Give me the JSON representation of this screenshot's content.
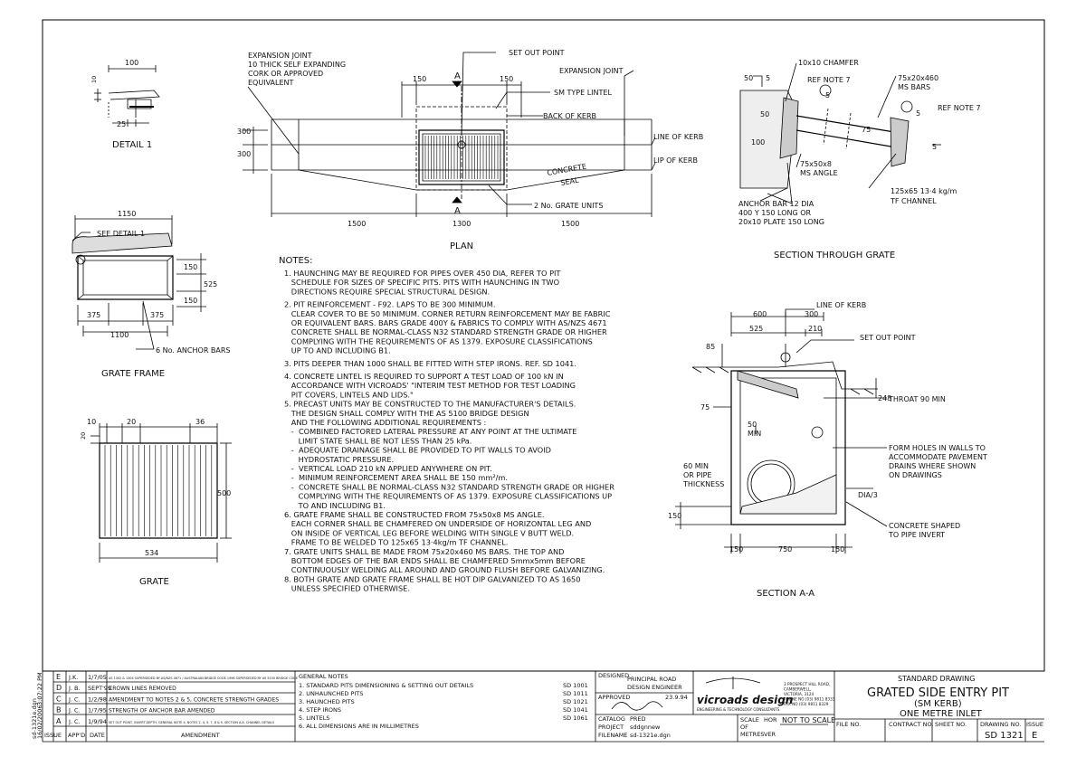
{
  "details": {
    "detail1": {
      "title": "DETAIL 1",
      "dims": [
        "100",
        "10",
        "25"
      ]
    },
    "plan": {
      "title": "PLAN",
      "labels": {
        "expansion_joint_left": [
          "EXPANSION JOINT",
          "10 THICK SELF EXPANDING",
          "CORK OR APPROVED",
          "EQUIVALENT"
        ],
        "set_out_point": "SET OUT POINT",
        "expansion_joint_right": "EXPANSION JOINT",
        "sm_lintel": "SM TYPE LINTEL",
        "back_of_kerb": "BACK OF KERB",
        "line_of_kerb": "LINE OF KERB",
        "lip_of_kerb": "LIP OF KERB",
        "concrete_seal": [
          "CONCRETE",
          "SEAL"
        ],
        "grate_units": "2 No. GRATE UNITS",
        "section_mark": "A"
      },
      "dims": {
        "top_left": "150",
        "top_right": "150",
        "left_300a": "300",
        "left_300b": "300",
        "b1": "1500",
        "b2": "1300",
        "b3": "1500"
      }
    },
    "section_grate": {
      "title": "SECTION THROUGH GRATE",
      "labels": {
        "chamfer": "10x10 CHAMFER",
        "ref7a": "REF NOTE 7",
        "ms_bars": [
          "75x20x460",
          "MS BARS"
        ],
        "ref7b": "REF NOTE 7",
        "ms_angle": [
          "75x50x8",
          "MS ANGLE"
        ],
        "anchor_bar": [
          "ANCHOR BAR 12 DIA",
          "400 Y 150 LONG OR",
          "20x10 PLATE 150 LONG"
        ],
        "tf_channel": [
          "125x65 13·4 kg/m",
          "TF CHANNEL"
        ]
      },
      "dims": [
        "50",
        "5",
        "50",
        "100",
        "5",
        "5",
        "75",
        "5"
      ]
    },
    "grate_frame": {
      "title": "GRATE FRAME",
      "see_detail": "SEE DETAIL 1",
      "anchor_bars": "6 No. ANCHOR BARS",
      "dims": {
        "w": "1150",
        "h150a": "150",
        "h525": "525",
        "h150b": "150",
        "l375a": "375",
        "l375b": "375",
        "inner": "1100"
      }
    },
    "grate": {
      "title": "GRATE",
      "dims": {
        "d10": "10",
        "d20": "20",
        "d36": "36",
        "d20v": "20",
        "h": "500",
        "w": "534"
      }
    },
    "section_aa": {
      "title": "SECTION A-A",
      "labels": {
        "line_of_kerb": "LINE OF KERB",
        "set_out_point": "SET OUT POINT",
        "throat": "THROAT 90 MIN",
        "form_holes": [
          "FORM HOLES IN WALLS TO",
          "ACCOMMODATE PAVEMENT",
          "DRAINS WHERE SHOWN",
          "ON DRAWINGS"
        ],
        "min60": [
          "60 MIN",
          "OR PIPE",
          "THICKNESS"
        ],
        "dia3": "DIA/3",
        "concrete_shaped": [
          "CONCRETE SHAPED",
          "TO PIPE INVERT"
        ],
        "min50": [
          "50",
          "MIN"
        ]
      },
      "dims": {
        "d600": "600",
        "d300": "300",
        "d525": "525",
        "d210": "210",
        "d85": "85",
        "d248": "248",
        "d75": "75",
        "d150v": "150",
        "d150a": "150",
        "d750": "750",
        "d150b": "150"
      }
    }
  },
  "notes": {
    "heading": "NOTES:",
    "lines": [
      "1. HAUNCHING MAY BE REQUIRED FOR PIPES OVER 450 DIA, REFER TO PIT",
      "   SCHEDULE FOR SIZES OF SPECIFIC PITS. PITS WITH HAUNCHING IN TWO",
      "   DIRECTIONS REQUIRE SPECIAL STRUCTURAL DESIGN.",
      "",
      "2. PIT REINFORCEMENT - F92. LAPS TO BE 300 MINIMUM.",
      "   CLEAR COVER TO BE 50 MINIMUM. CORNER RETURN REINFORCEMENT MAY BE FABRIC",
      "   OR EQUIVALENT BARS. BARS GRADE 400Y & FABRICS TO COMPLY WITH AS/NZS 4671",
      "   CONCRETE SHALL BE NORMAL-CLASS N32 STANDARD STRENGTH GRADE OR HIGHER",
      "   COMPLYING WITH THE REQUIREMENTS OF AS 1379. EXPOSURE CLASSIFICATIONS",
      "   UP TO AND INCLUDING B1.",
      "",
      "3. PITS DEEPER THAN 1000 SHALL BE FITTED WITH STEP IRONS. REF. SD 1041.",
      "",
      "4. CONCRETE LINTEL IS REQUIRED TO SUPPORT A TEST LOAD OF 100 kN IN",
      "   ACCORDANCE WITH VICROADS' \"INTERIM TEST METHOD FOR TEST LOADING",
      "   PIT COVERS, LINTELS AND LIDS.\"",
      "5. PRECAST UNITS MAY BE CONSTRUCTED TO THE MANUFACTURER'S DETAILS.",
      "   THE DESIGN SHALL COMPLY WITH THE AS 5100 BRIDGE DESIGN",
      "   AND THE FOLLOWING ADDITIONAL REQUIREMENTS :",
      "   -  COMBINED FACTORED LATERAL PRESSURE AT ANY POINT AT THE ULTIMATE",
      "      LIMIT STATE SHALL BE NOT LESS THAN 25 kPa.",
      "   -  ADEQUATE DRAINAGE SHALL BE PROVIDED TO PIT WALLS TO AVOID",
      "      HYDROSTATIC PRESSURE.",
      "   -  VERTICAL LOAD 210 kN APPLIED ANYWHERE ON PIT.",
      "   -  MINIMUM REINFORCEMENT AREA SHALL BE 150 mm²/m.",
      "   -  CONCRETE SHALL BE NORMAL-CLASS N32 STANDARD STRENGTH GRADE OR HIGHER",
      "      COMPLYING WITH THE REQUIREMENTS OF AS 1379. EXPOSURE CLASSIFICATIONS UP",
      "      TO AND INCLUDING B1.",
      "6. GRATE FRAME SHALL BE CONSTRUCTED FROM 75x50x8 MS ANGLE.",
      "   EACH CORNER SHALL BE CHAMFERED ON UNDERSIDE OF HORIZONTAL LEG AND",
      "   ON INSIDE OF VERTICAL LEG BEFORE WELDING WITH SINGLE V BUTT WELD.",
      "   FRAME TO BE WELDED TO 125x65 13·4kg/m TF CHANNEL.",
      "7. GRATE UNITS SHALL BE MADE FROM 75x20x460 MS BARS. THE TOP AND",
      "   BOTTOM EDGES OF THE BAR ENDS SHALL BE CHAMFERED 5mmx5mm BEFORE",
      "   CONTINUOUSLY WELDING ALL AROUND AND GROUND FLUSH BEFORE GALVANIZING.",
      "8. BOTH GRATE AND GRATE FRAME SHALL BE HOT DIP GALVANIZED TO AS 1650",
      "   UNLESS SPECIFIED OTHERWISE."
    ]
  },
  "title_block": {
    "side_text": [
      "sd-1321e.dgn",
      "16/02/2006",
      "3:07:22 PM"
    ],
    "revisions": [
      {
        "issue": "E",
        "appd": "J.K.",
        "date": "1/7/05",
        "amend": "AS 1302 & 1304 SUPERSEDED BY AS/NZS 4671 / AUSTRALIAN BRIDGE CODE 1996 SUPERSEDED BY AS 5100 BRIDGE CODE"
      },
      {
        "issue": "D",
        "appd": "J. B.",
        "date": "SEPT'99",
        "amend": "CROWN LINES REMOVED"
      },
      {
        "issue": "C",
        "appd": "J. C.",
        "date": "1/2/98",
        "amend": "AMENDMENT TO NOTES 2 & 5, CONCRETE STRENGTH GRADES"
      },
      {
        "issue": "B",
        "appd": "J. C.",
        "date": "1/7/95",
        "amend": "STRENGTH OF ANCHOR BAR AMENDED"
      },
      {
        "issue": "A",
        "appd": "J. C.",
        "date": "1/9/94",
        "amend": "SET OUT POINT, INVERT DEPTH, GENERAL NOTE 4, NOTES 2, 4, 5, 7, 8 & 9, SECTION A-A, CHANNEL DETAILS"
      }
    ],
    "rev_headers": {
      "issue": "ISSUE",
      "appd": "APP'D",
      "date": "DATE",
      "amend": "AMENDMENT"
    },
    "general_notes": {
      "heading": "GENERAL NOTES",
      "items": [
        {
          "text": "1. STANDARD PITS DIMENSIONING & SETTING OUT DETAILS",
          "ref": "SD 1001"
        },
        {
          "text": "2. UNHAUNCHED PITS",
          "ref": "SD 1011"
        },
        {
          "text": "3. HAUNCHED PITS",
          "ref": "SD 1021"
        },
        {
          "text": "4. STEP IRONS",
          "ref": "SD 1041"
        },
        {
          "text": "5. LINTELS",
          "ref": "SD 1061"
        },
        {
          "text": "6. ALL DIMENSIONS ARE IN MILLIMETRES",
          "ref": ""
        }
      ]
    },
    "designed_label": "DESIGNED",
    "designer": [
      "PRINCIPAL ROAD",
      "DESIGN ENGINEER"
    ],
    "approved_label": "APPROVED",
    "approved_date": "23.9.94",
    "catalog_label": "CATALOG",
    "catalog": "PRED",
    "project_label": "PROJECT",
    "project": "sddgnnew",
    "filename_label": "FILENAME",
    "filename": "sd-1321e.dgn",
    "logo": "vicroads design",
    "logo_sub": "ENGINEERING & TECHNOLOGY CONSULTANTS",
    "address": [
      "3 PROSPECT HILL ROAD,",
      "CAMBERWELL,",
      "VICTORIA, 3124",
      "PHONE NO (03) 9811 8333",
      "FAX NO (03) 9811 8329"
    ],
    "scale_label": [
      "SCALE",
      "OF",
      "METRES"
    ],
    "hor": "HOR",
    "ver": "VER",
    "not_to_scale": "NOT TO SCALE",
    "standard_drawing": "STANDARD DRAWING",
    "title1": "GRATED SIDE ENTRY PIT",
    "title2": "(SM KERB)",
    "title3": "ONE METRE INLET",
    "file_no": "FILE NO.",
    "contract_no": "CONTRACT NO.",
    "sheet_no": "SHEET NO.",
    "drawing_no_label": "DRAWING NO.",
    "drawing_no": "SD 1321",
    "issue_label": "ISSUE",
    "issue": "E"
  }
}
